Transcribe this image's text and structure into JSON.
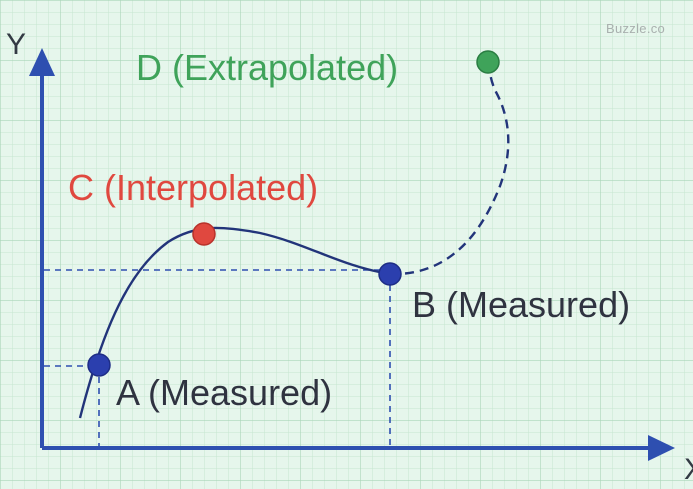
{
  "watermark": "Buzzle.co",
  "axes": {
    "y_label": "Y",
    "x_label": "X"
  },
  "points": [
    {
      "id": "A",
      "label": "A (Measured)",
      "kind": "measured",
      "color": "#2b3fae"
    },
    {
      "id": "B",
      "label": "B (Measured)",
      "kind": "measured",
      "color": "#2b3fae"
    },
    {
      "id": "C",
      "label": "C (Interpolated)",
      "kind": "interpolated",
      "color": "#e0483f"
    },
    {
      "id": "D",
      "label": "D (Extrapolated)",
      "kind": "extrapolated",
      "color": "#3fa35a"
    }
  ],
  "colors": {
    "background": "#e6f6ec",
    "grid": "#b5dcc2",
    "axis": "#2e4fb0",
    "curve": "#22347a",
    "guide": "#2e4fb0",
    "measured": "#2b3fae",
    "interpolated": "#e0483f",
    "extrapolated": "#3fa35a"
  }
}
